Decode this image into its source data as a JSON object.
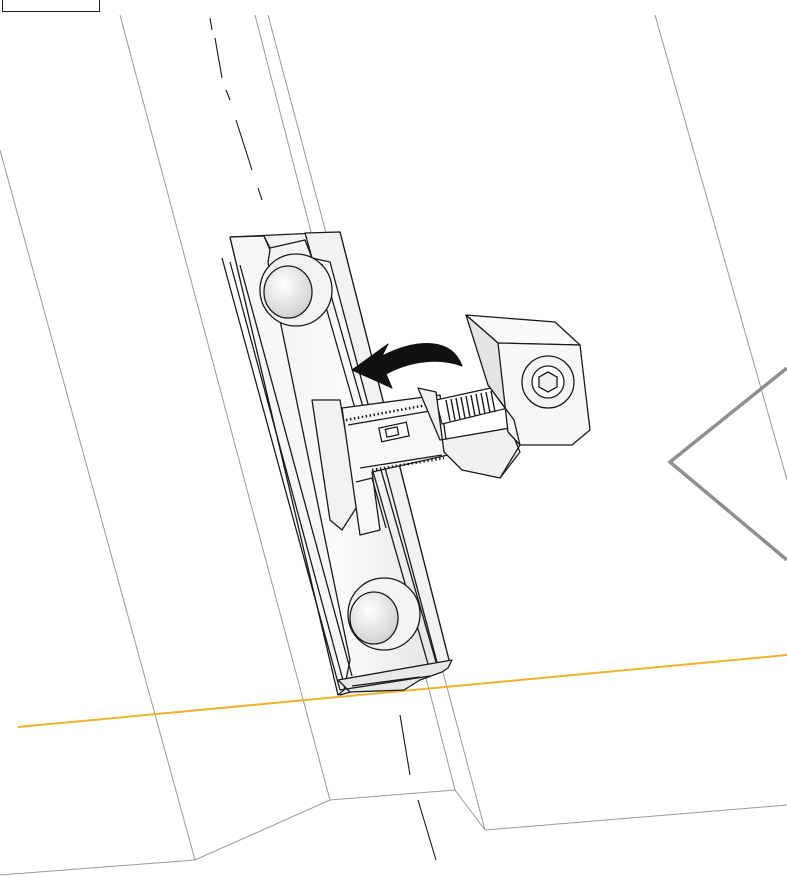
{
  "figure": {
    "kind": "installation-step-illustration",
    "parts": [
      "mounting-rail",
      "end-clamp",
      "hex-socket-bolt",
      "rotation-arrow",
      "roof-panel-outline",
      "alignment-line"
    ],
    "colors": {
      "outline": "#1a1a1a",
      "guide_line": "#9a9a9a",
      "alignment_line": "#f0b030",
      "rotation_arrow": "#111111",
      "metal_fill": "#f4f4f4",
      "metal_shadow": "#d9d9d9"
    }
  }
}
